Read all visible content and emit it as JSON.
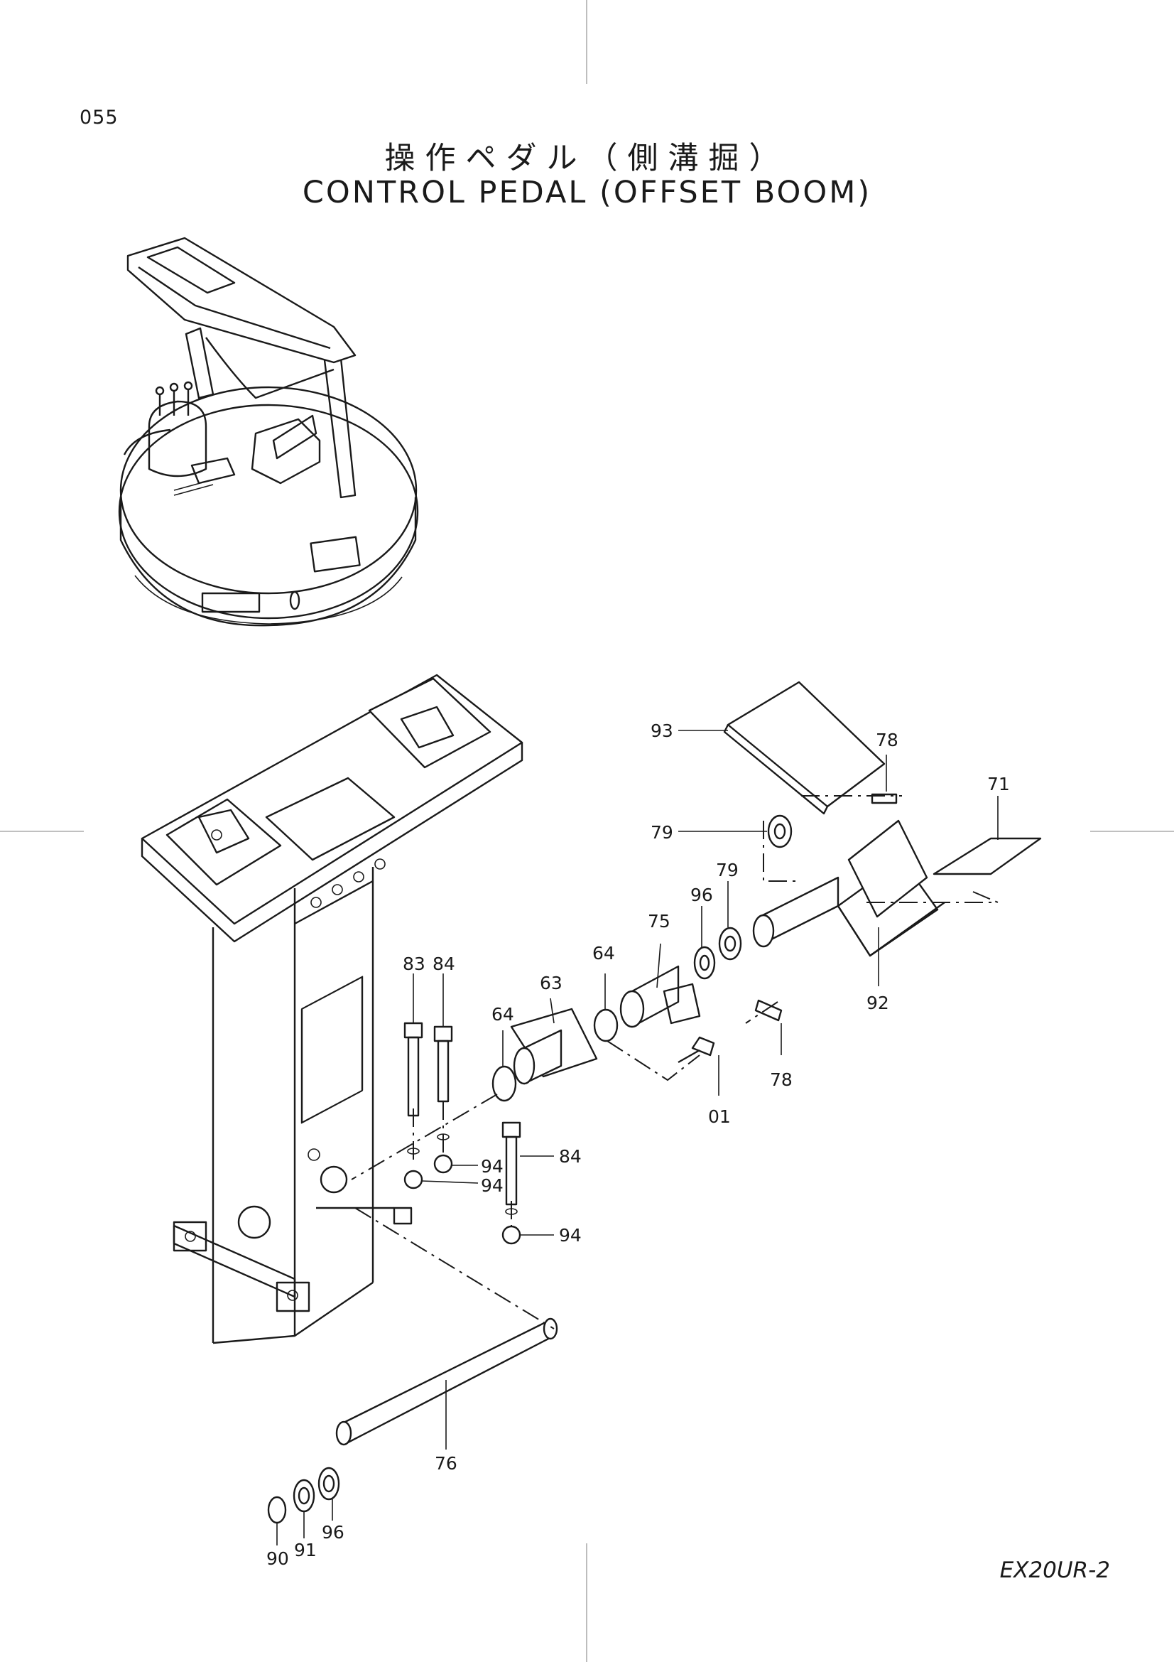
{
  "page_number": "055",
  "title_japanese": "操作ペダル（側溝掘）",
  "title_english": "CONTROL PEDAL (OFFSET BOOM)",
  "model": "EX20UR-2",
  "callouts": {
    "c93": "93",
    "c78a": "78",
    "c71": "71",
    "c79a": "79",
    "c79b": "79",
    "c96a": "96",
    "c75": "75",
    "c64a": "64",
    "c63": "63",
    "c64b": "64",
    "c83": "83",
    "c84a": "84",
    "c92": "92",
    "c78b": "78",
    "c01": "01",
    "c84b": "84",
    "c94a": "94",
    "c94b": "94",
    "c94c": "94",
    "c76": "76",
    "c90": "90",
    "c91": "91",
    "c96b": "96"
  },
  "icons": [
    "machine-overview-illustration",
    "pedal-stand-illustration"
  ]
}
